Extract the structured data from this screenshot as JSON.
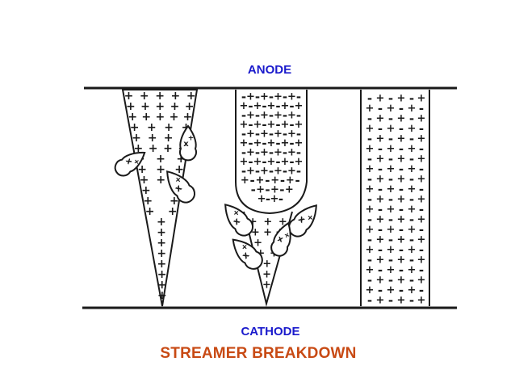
{
  "labels": {
    "anode": "ANODE",
    "cathode": "CATHODE",
    "title": "STREAMER BREAKDOWN"
  },
  "colors": {
    "electrode_label": "#1a1acc",
    "title": "#c84a14",
    "ink": "#1a1a1a",
    "background": "#ffffff"
  },
  "symbols": {
    "positive_charge": "+",
    "negative_charge": "-",
    "avalanche_mark": "x"
  }
}
